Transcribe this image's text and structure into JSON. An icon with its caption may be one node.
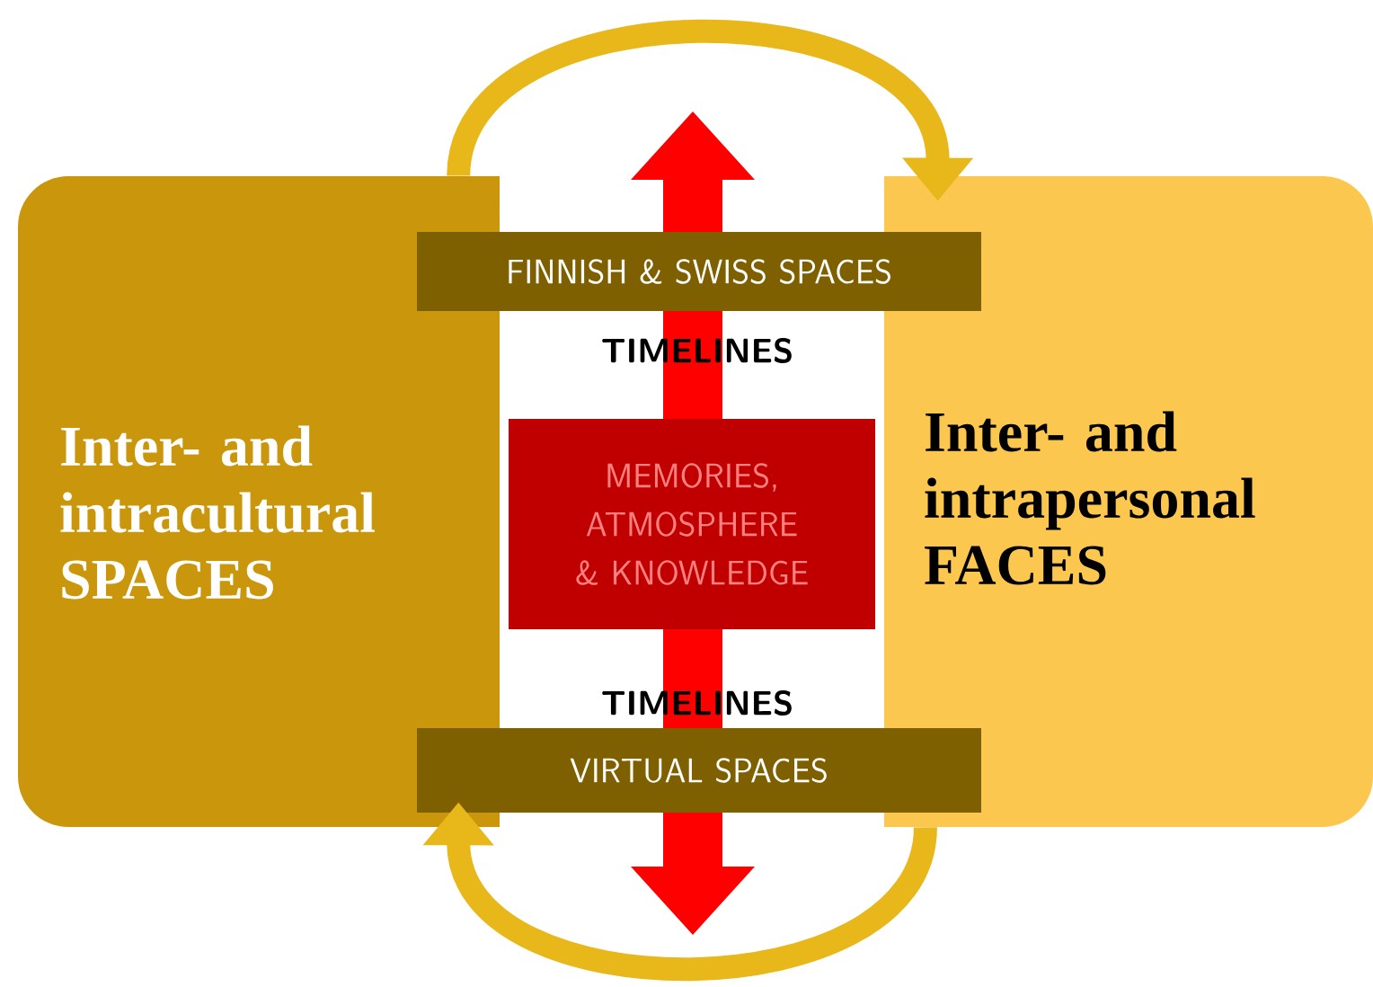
{
  "diagram": {
    "nodes": [
      {
        "text": [
          "FINNISH & SWISS SPACES"
        ]
      },
      {
        "text": [
          "Inter- and intracultural SPACES"
        ]
      },
      {
        "text": [
          "MEMORIES, ATMOSPHERE & KNOWLEDGE"
        ]
      },
      {
        "text": [
          "Inter- and intrapersonal FACES"
        ]
      },
      {
        "text": [
          "VIRTUAL SPACES"
        ]
      }
    ],
    "edges": [
      {
        "from": 1,
        "to": 3,
        "arrow": "to"
      },
      {
        "from": 3,
        "to": 1,
        "arrow": "to"
      }
    ],
    "labels": [
      "TIMELINES",
      "TIMELINES"
    ]
  }
}
